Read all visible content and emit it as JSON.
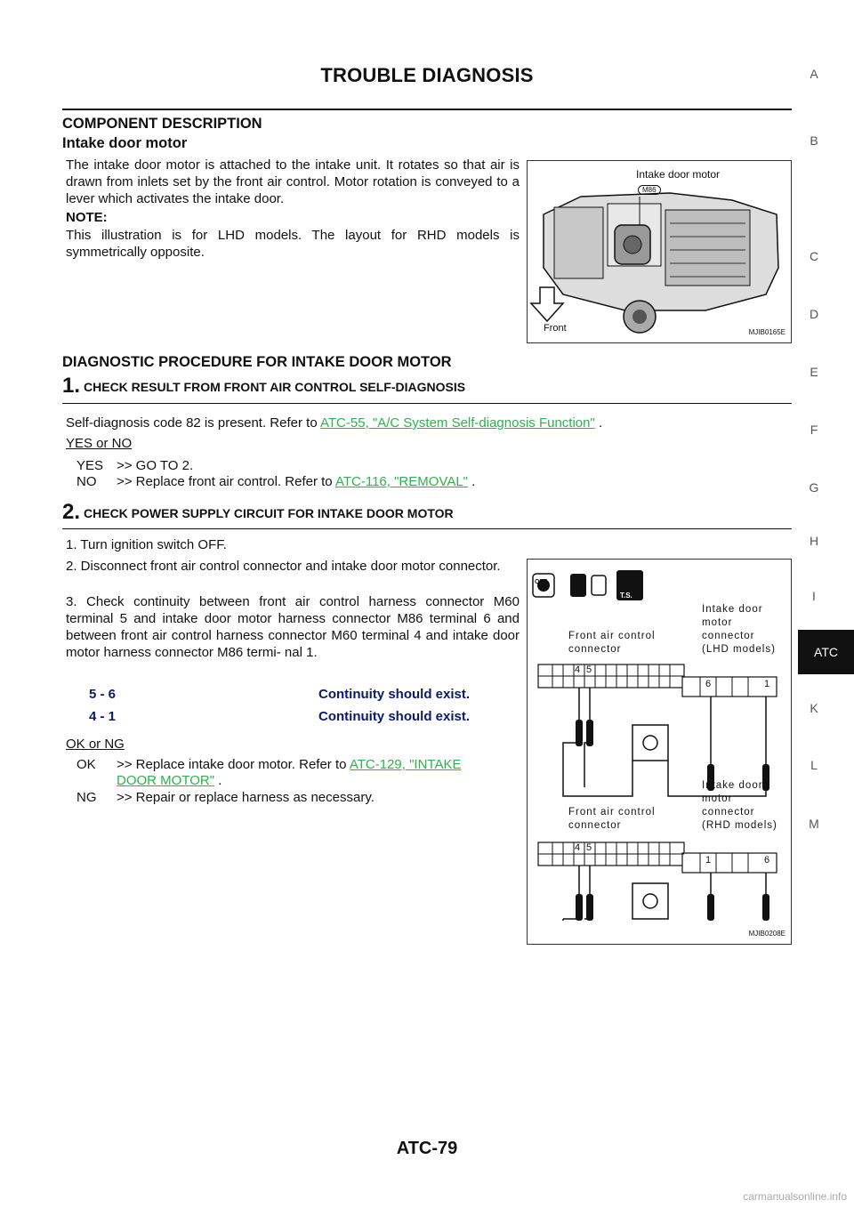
{
  "header": {
    "title": "TROUBLE DIAGNOSIS"
  },
  "component": {
    "heading": "COMPONENT DESCRIPTION",
    "subheading": "Intake door motor",
    "para": "The intake door motor is attached to the intake unit. It rotates so that air is drawn from inlets set by the front air control. Motor rotation is conveyed to a lever which activates the intake door.",
    "note_label": "NOTE:",
    "note": "This illustration is for LHD models. The layout for RHD models is symmetrically opposite.",
    "figure": {
      "label": "Intake door motor",
      "connector": "M86",
      "front": "Front",
      "code": "MJIB0165E"
    }
  },
  "procedure": {
    "heading": "DIAGNOSTIC PROCEDURE FOR INTAKE DOOR MOTOR"
  },
  "step1": {
    "num": "1.",
    "title": "CHECK RESULT FROM FRONT AIR CONTROL SELF-DIAGNOSIS",
    "text": "Self-diagnosis code 82 is present. Refer to ",
    "link": "ATC-55, \"A/C System Self-diagnosis Function\"",
    "text_end": " .",
    "q": "YES or NO",
    "yes_k": "YES",
    "yes": ">> GO TO 2.",
    "no_k": "NO",
    "no": ">> Replace front air control. Refer to ",
    "no_link": "ATC-116, \"REMOVAL\"",
    "no_end": " ."
  },
  "step2": {
    "num": "2.",
    "title": "CHECK POWER SUPPLY CIRCUIT FOR INTAKE DOOR MOTOR",
    "items": [
      "1. Turn ignition switch OFF.",
      "2. Disconnect front air control connector and intake door motor connector.",
      "3. Check continuity between front air control harness connector M60 terminal 5 and intake door motor harness connector M86 terminal 6 and between front air control harness connector M60 terminal 4 and intake door motor harness connector M86 termi- nal 1."
    ],
    "spec": [
      {
        "pins": "5 - 6",
        "result": "Continuity should exist."
      },
      {
        "pins": "4 - 1",
        "result": "Continuity should exist."
      }
    ],
    "q": "OK or NG",
    "ok_k": "OK",
    "ok": ">> Replace intake door motor. Refer to ",
    "ok_link1": "ATC-129, \"INTAKE",
    "ok_link2": "DOOR MOTOR\"",
    "ok_end": " .",
    "ng_k": "NG",
    "ng": ">> Repair or replace harness as necessary.",
    "figure": {
      "front_label1": "Front air control",
      "front_label2": "connector",
      "lhd1": "Intake door",
      "lhd2": "motor",
      "lhd3": "connector",
      "lhd4": "(LHD models)",
      "rhd4": "(RHD models)",
      "off": "OFF",
      "ts": "T.S.",
      "pin4": "4",
      "pin5": "5",
      "pin6": "6",
      "pin1": "1",
      "code": "MJIB0208E"
    }
  },
  "side_index": [
    "A",
    "B",
    "C",
    "D",
    "E",
    "F",
    "G",
    "H",
    "I",
    "ATC",
    "K",
    "L",
    "M"
  ],
  "footer": {
    "page": "ATC-79",
    "watermark": "carmanualsonline.info"
  }
}
